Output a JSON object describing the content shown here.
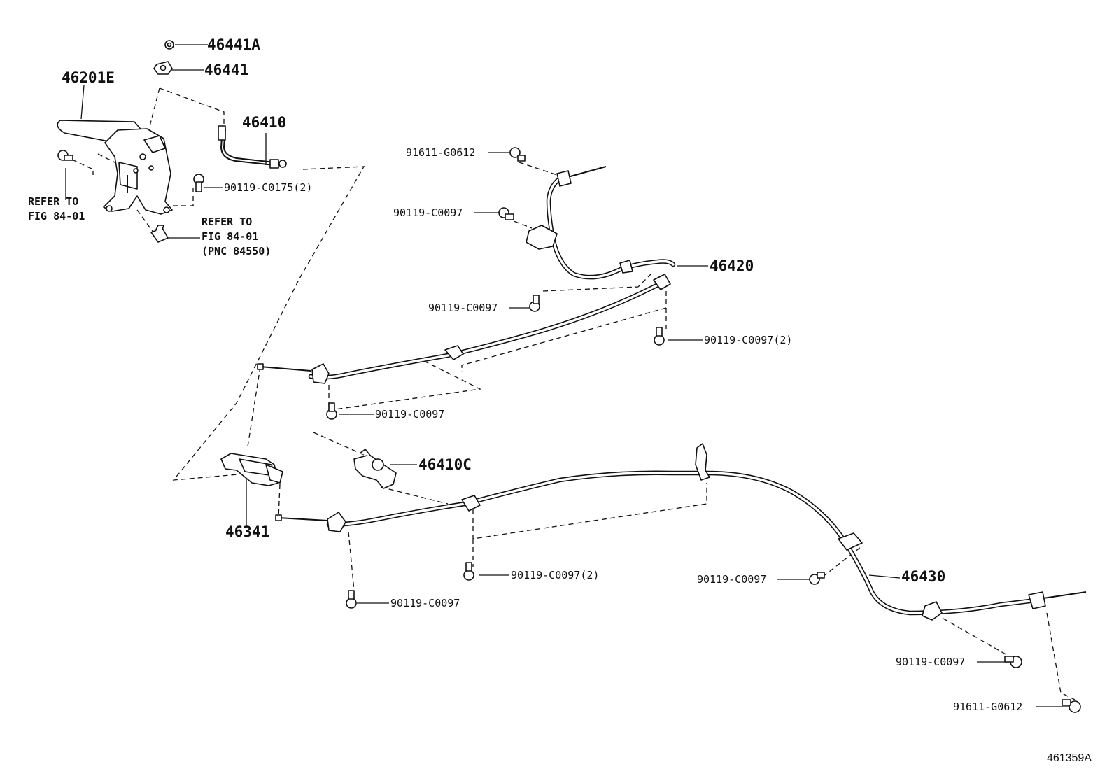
{
  "figure_id": "461359A",
  "labels": {
    "p46441A": "46441A",
    "p46441": "46441",
    "p46201E": "46201E",
    "p46410": "46410",
    "p46420": "46420",
    "p46410C": "46410C",
    "p46341": "46341",
    "p46430": "46430",
    "b91611_top": "91611-G0612",
    "b90119_upper1": "90119-C0097",
    "b90119_upper2": "90119-C0097",
    "b90119_upper3": "90119-C0097(2)",
    "b90119_mid": "90119-C0097",
    "b90119_c0175": "90119-C0175(2)",
    "b90119_lower1": "90119-C0097(2)",
    "b90119_lower2": "90119-C0097",
    "b90119_right1": "90119-C0097",
    "b90119_right2": "90119-C0097",
    "b91611_bottom": "91611-G0612"
  },
  "notes": {
    "refer_left_1": "REFER TO",
    "refer_left_2": "FIG 84-01",
    "refer_right_1": "REFER TO",
    "refer_right_2": "FIG 84-01",
    "refer_right_3": "(PNC 84550)"
  }
}
